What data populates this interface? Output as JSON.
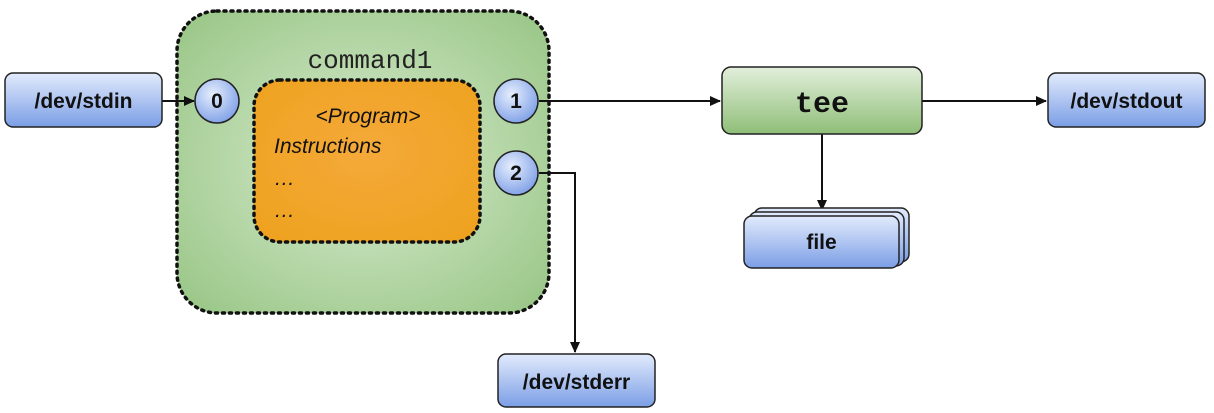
{
  "process": {
    "name": "command1",
    "program_lines": [
      "<Program>",
      "Instructions",
      "…",
      "…"
    ]
  },
  "fds": {
    "stdin_fd": "0",
    "stdout_fd": "1",
    "stderr_fd": "2"
  },
  "nodes": {
    "stdin": "/dev/stdin",
    "tee": "tee",
    "stdout": "/dev/stdout",
    "file": "file",
    "stderr": "/dev/stderr"
  },
  "colors": {
    "blue_light": "#dbe6fb",
    "blue_dark": "#7ea0e6",
    "green_light": "#d5e8cc",
    "green_dark": "#8bbd73",
    "orange": "#f1a327",
    "border": "#111111"
  }
}
